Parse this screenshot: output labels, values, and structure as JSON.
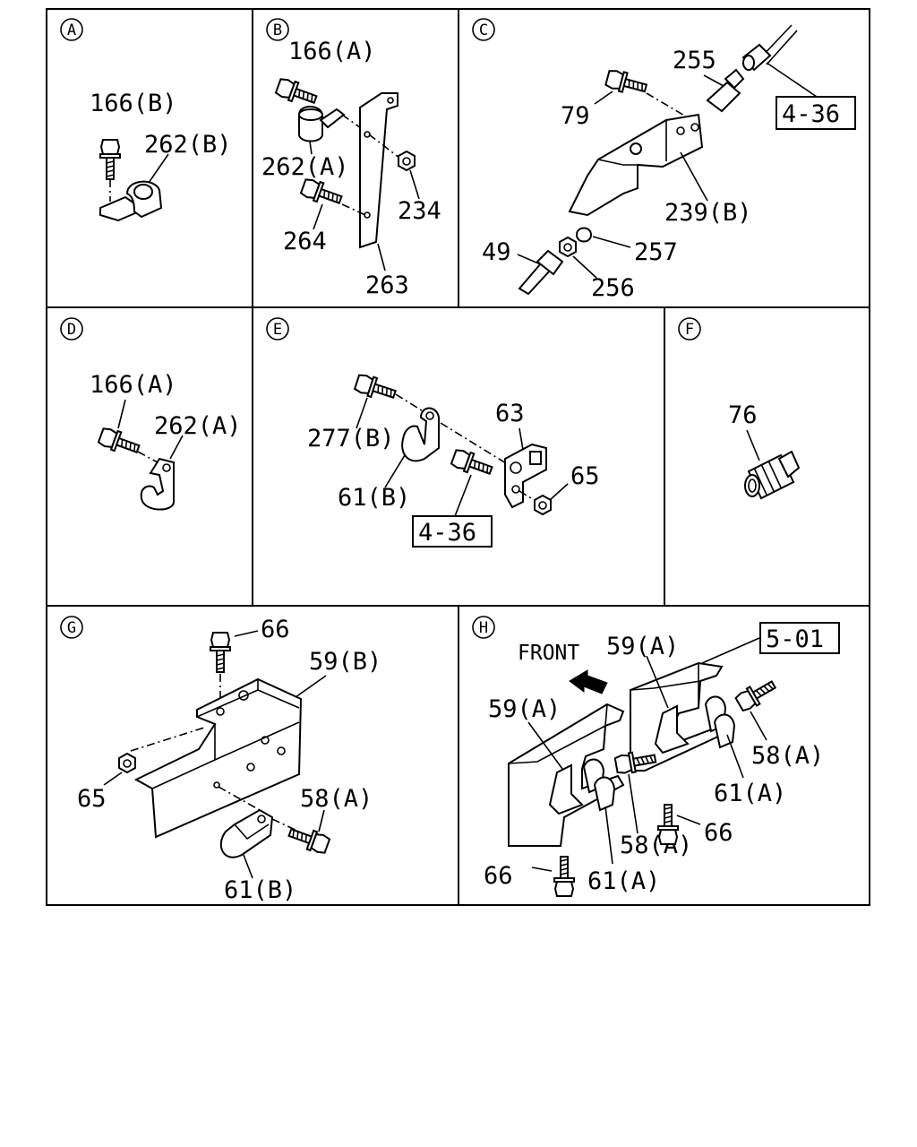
{
  "panels": {
    "A": {
      "letter": "A",
      "labels": {
        "l166b": "166(B)",
        "l262b": "262(B)"
      }
    },
    "B": {
      "letter": "B",
      "labels": {
        "l166a": "166(A)",
        "l262a": "262(A)",
        "l234": "234",
        "l264": "264",
        "l263": "263"
      }
    },
    "C": {
      "letter": "C",
      "labels": {
        "l255": "255",
        "l79": "79",
        "l239b": "239(B)",
        "l49": "49",
        "l257": "257",
        "l256": "256"
      },
      "ref": "4-36"
    },
    "D": {
      "letter": "D",
      "labels": {
        "l166a": "166(A)",
        "l262a": "262(A)"
      }
    },
    "E": {
      "letter": "E",
      "labels": {
        "l277b": "277(B)",
        "l63": "63",
        "l61b": "61(B)",
        "l65": "65"
      },
      "ref": "4-36"
    },
    "F": {
      "letter": "F",
      "labels": {
        "l76": "76"
      }
    },
    "G": {
      "letter": "G",
      "labels": {
        "l66": "66",
        "l59b": "59(B)",
        "l65": "65",
        "l58a": "58(A)",
        "l61b": "61(B)"
      }
    },
    "H": {
      "letter": "H",
      "labels": {
        "front": "FRONT",
        "l59a_1": "59(A)",
        "l59a_2": "59(A)",
        "l58a_1": "58(A)",
        "l61a_1": "61(A)",
        "l66_1": "66",
        "l58a_2": "58(A)",
        "l66_2": "66",
        "l61a_2": "61(A)"
      },
      "ref": "5-01"
    }
  }
}
